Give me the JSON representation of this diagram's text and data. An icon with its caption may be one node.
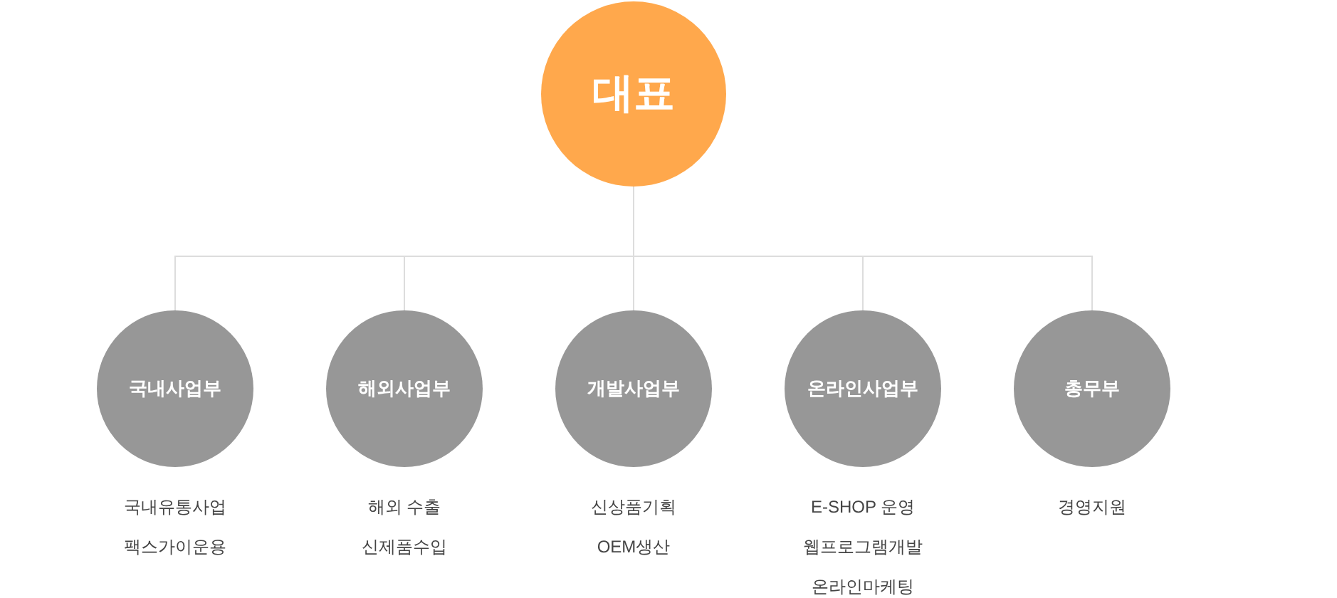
{
  "diagram": {
    "nodes": [
      {
        "text": [
          "대표"
        ]
      },
      {
        "text": [
          "국내사업부"
        ],
        "beside": [
          "국내유통사업",
          "팩스가이운용"
        ]
      },
      {
        "text": [
          "해외사업부"
        ],
        "beside": [
          "해외 수출",
          "신제품수입"
        ]
      },
      {
        "text": [
          "개발사업부"
        ],
        "beside": [
          "신상품기획",
          "OEM생산"
        ]
      },
      {
        "text": [
          "온라인사업부"
        ],
        "beside": [
          "E-SHOP 운영",
          "웹프로그램개발",
          "온라인마케팅"
        ]
      },
      {
        "text": [
          "총무부"
        ],
        "beside": [
          "경영지원"
        ]
      }
    ],
    "edges": [
      {
        "from": 0,
        "to": 1,
        "arrow": "none"
      },
      {
        "from": 0,
        "to": 2,
        "arrow": "none"
      },
      {
        "from": 0,
        "to": 3,
        "arrow": "none"
      },
      {
        "from": 0,
        "to": 4,
        "arrow": "none"
      },
      {
        "from": 0,
        "to": 5,
        "arrow": "none"
      }
    ]
  }
}
